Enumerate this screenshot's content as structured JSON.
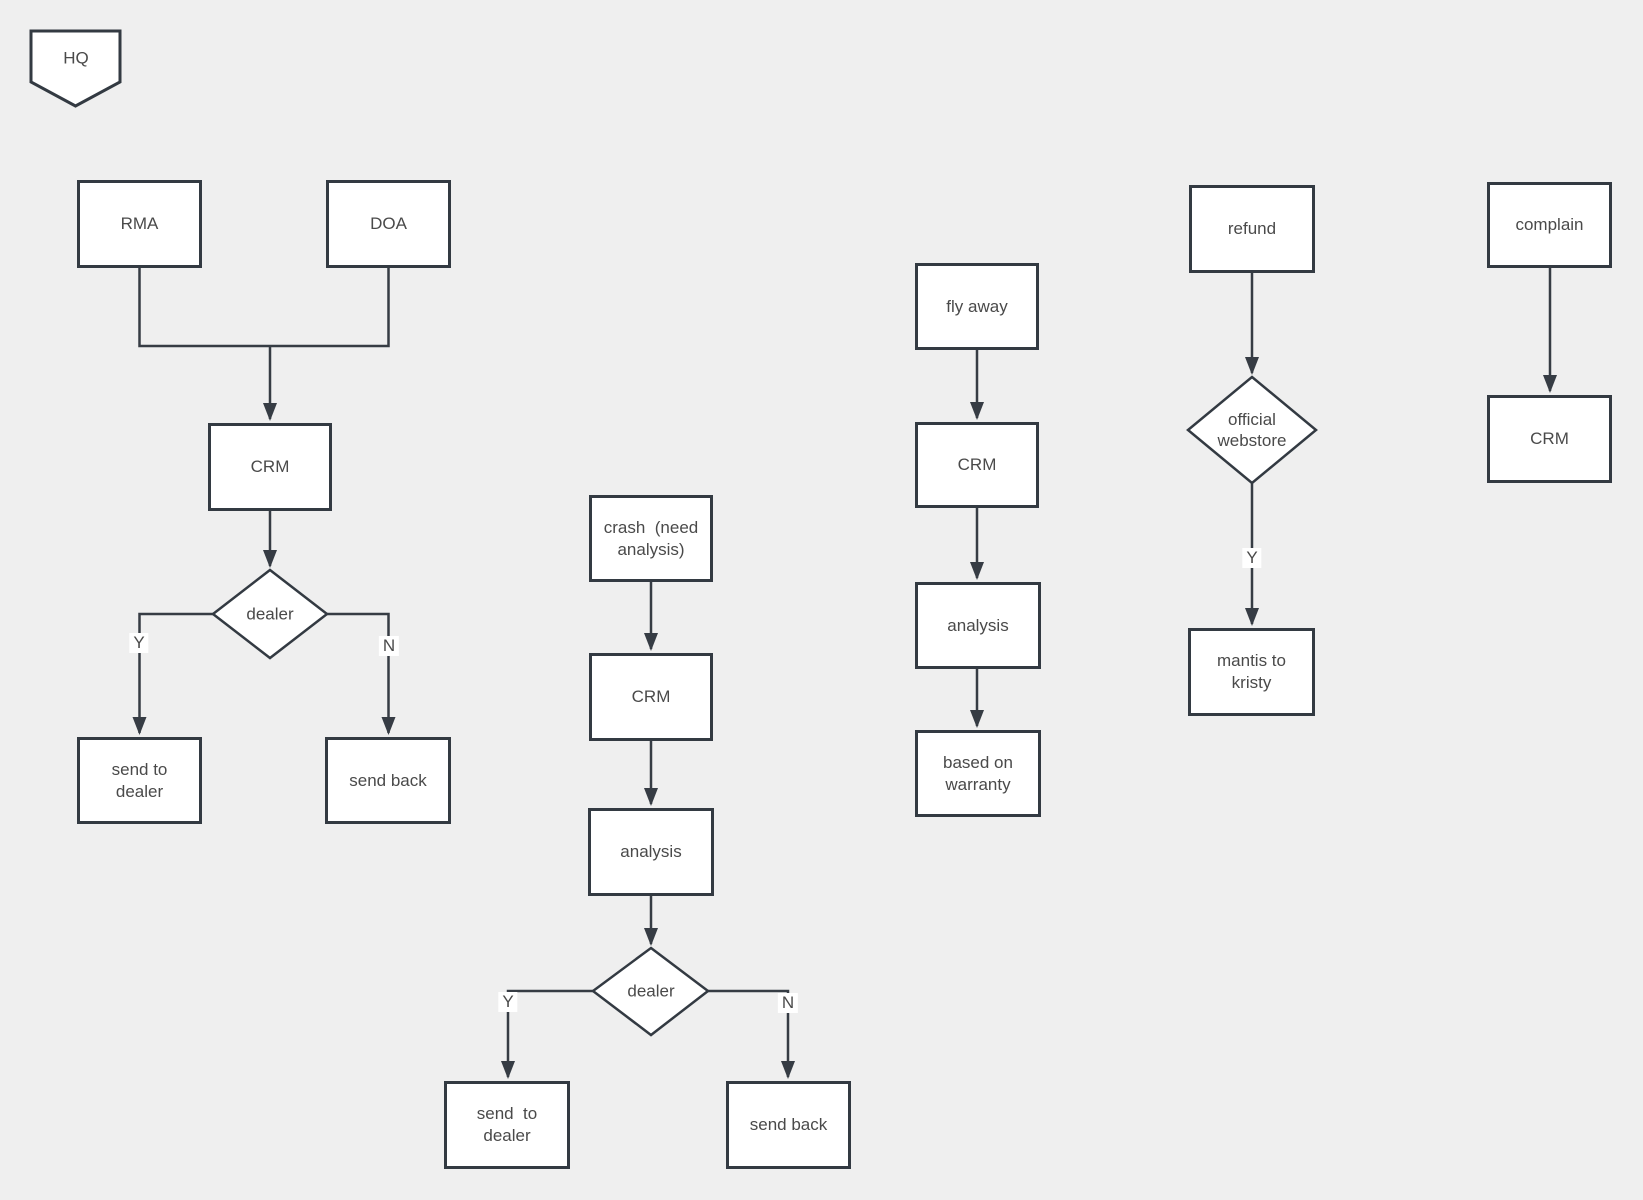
{
  "colors": {
    "background": "#efefef",
    "shape_fill": "#ffffff",
    "shape_border": "#333a42",
    "connector": "#363c44",
    "text": "#4a4a4a"
  },
  "nodes": {
    "hq": "HQ",
    "rma": "RMA",
    "doa": "DOA",
    "crm_1": "CRM",
    "dealer_1": "dealer",
    "send_to_dealer_1": "send to dealer",
    "send_back_1": "send back",
    "crash_need_analysis": "crash  (need analysis)",
    "crm_2": "CRM",
    "analysis_2": "analysis",
    "dealer_2": "dealer",
    "send_to_dealer_2": "send  to dealer",
    "send_back_2": "send back",
    "fly_away": "fly away",
    "crm_3": "CRM",
    "analysis_3": "analysis",
    "based_on_warranty": "based on warranty",
    "refund": "refund",
    "official_webstore": "official webstore",
    "mantis_to_kristy": "mantis to kristy",
    "complain": "complain",
    "crm_4": "CRM"
  },
  "edge_labels": {
    "dealer_1_yes": "Y",
    "dealer_1_no": "N",
    "dealer_2_yes": "Y",
    "dealer_2_no": "N",
    "official_webstore_yes": "Y"
  }
}
